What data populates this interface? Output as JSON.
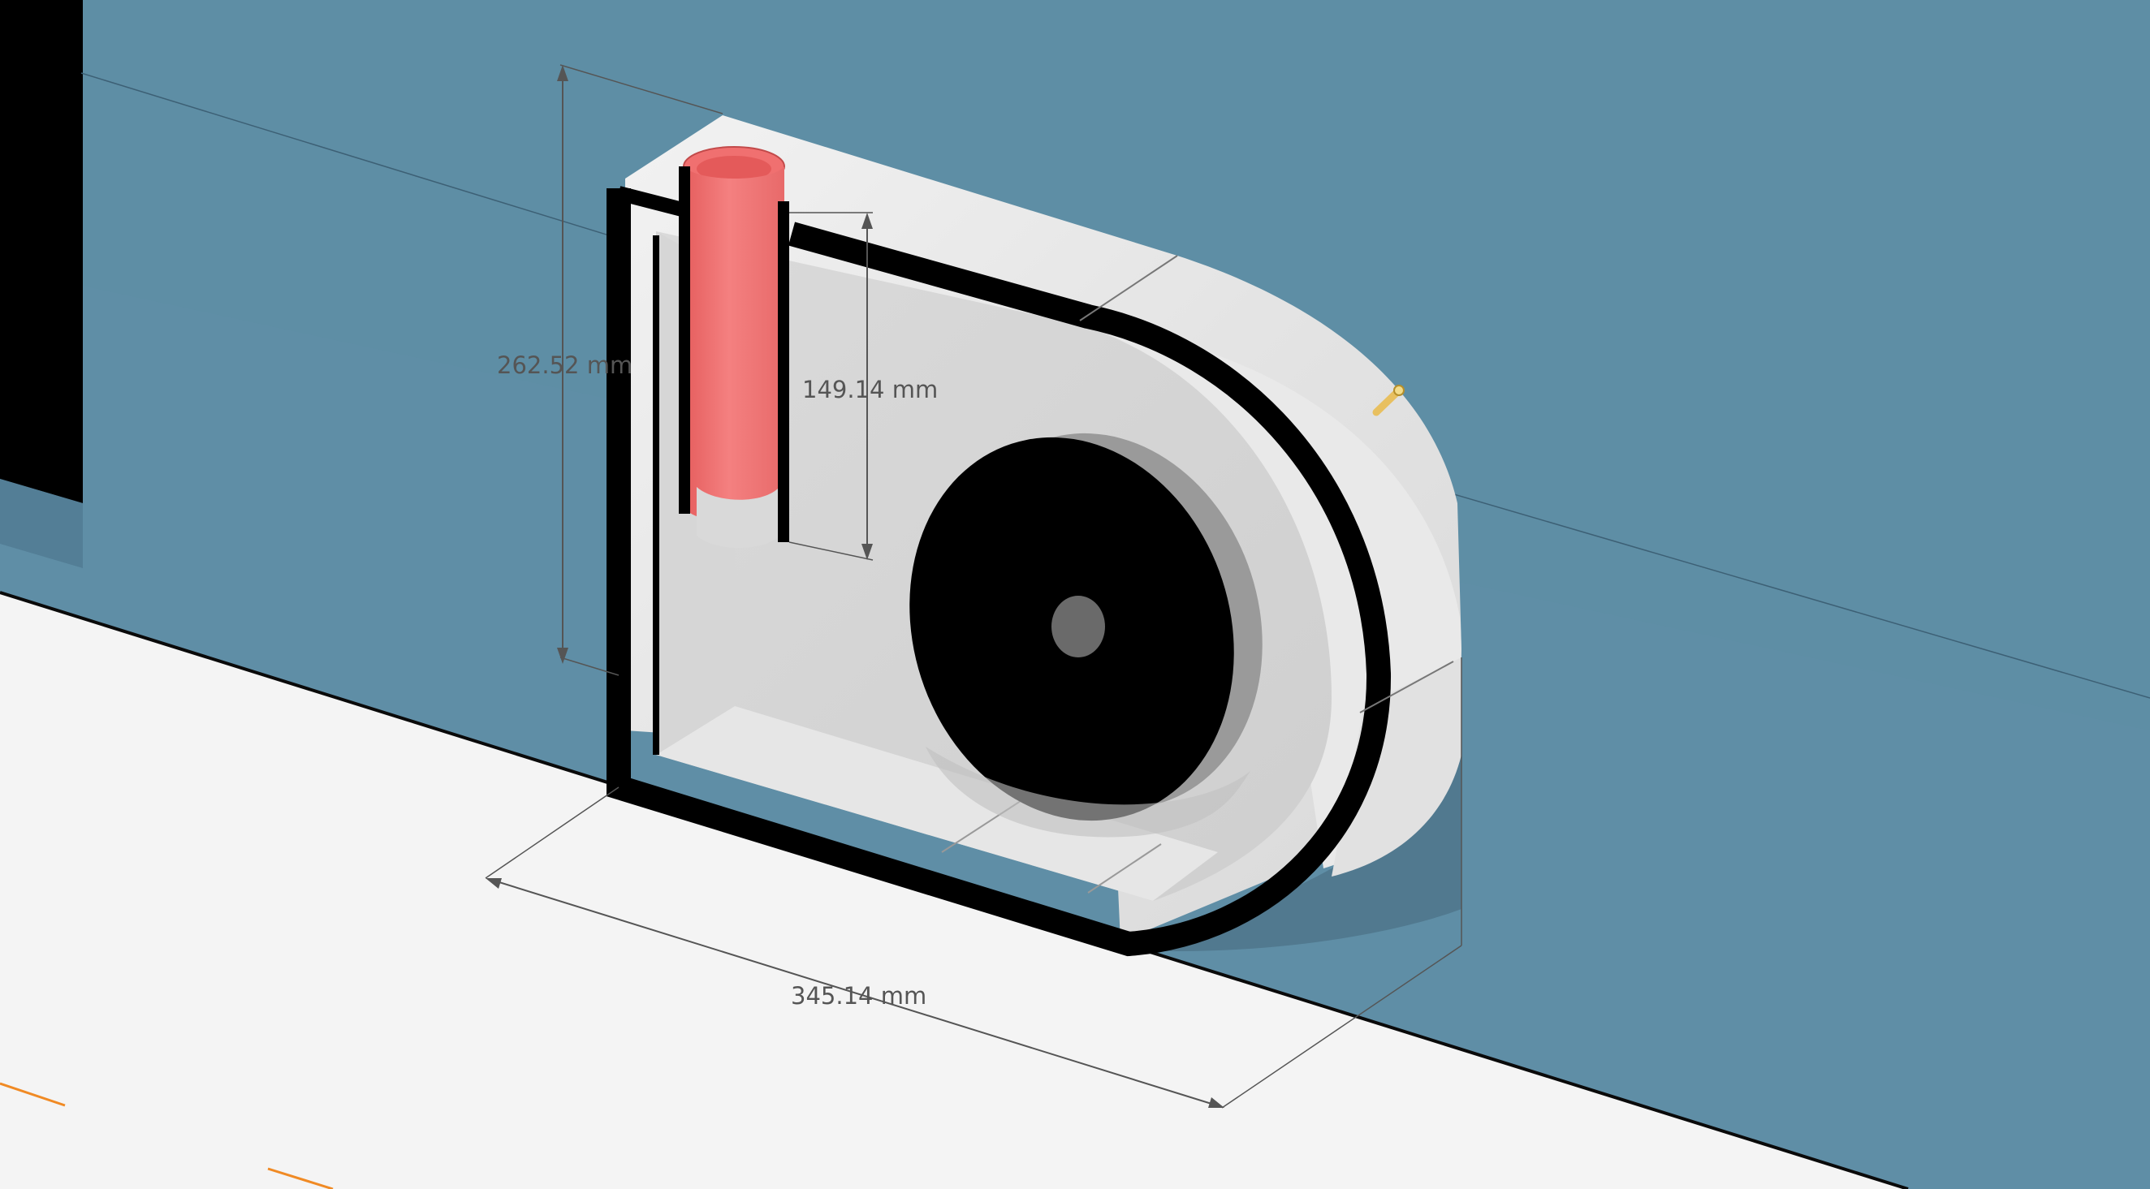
{
  "viewport": {
    "title": "",
    "colors": {
      "background": "#5f8ea6",
      "ground": "#f4f4f4",
      "part_body": "#ececec",
      "wall_section": "#000000",
      "pipe_section": "#f07070",
      "impeller": "#000000",
      "hub": "#6a6a6a",
      "pin": "#e8c060",
      "dimension_lines": "#555555",
      "grid_accent": "#f08a24"
    }
  },
  "dimensions": {
    "height": "262.52 mm",
    "pipe_length": "149.14 mm",
    "width": "345.14 mm"
  },
  "icons": {
    "pin": "pin-marker-icon"
  }
}
